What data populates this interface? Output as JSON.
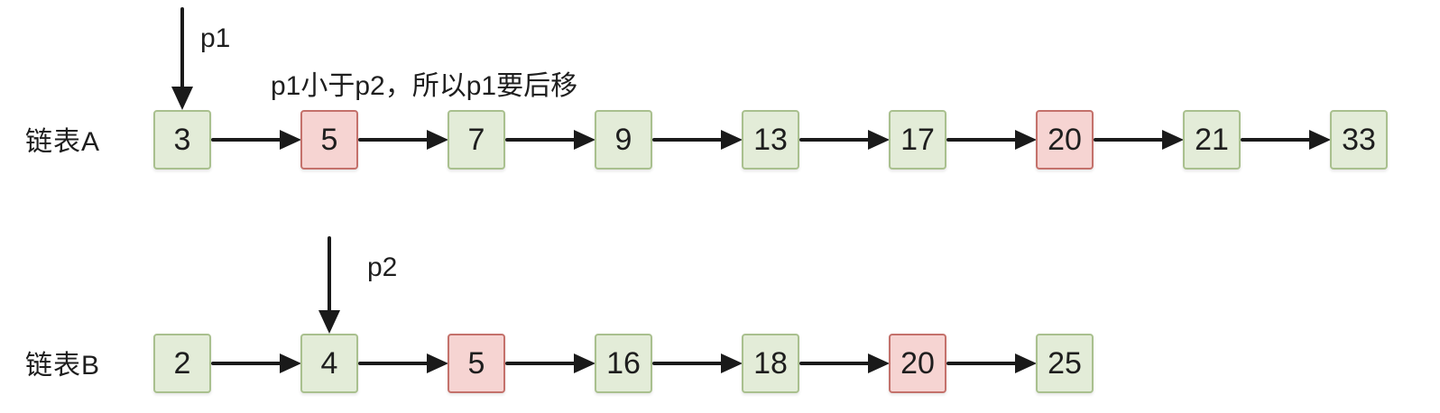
{
  "annotation": "p1小于p2，所以p1要后移",
  "colors": {
    "background": "#ffffff",
    "text": "#1e1e1e",
    "arrow": "#1a1a1a",
    "node_green_fill": "#e3ecd8",
    "node_green_border": "#a9c08e",
    "node_red_fill": "#f6d4d2",
    "node_red_border": "#c4716b"
  },
  "lists": [
    {
      "label": "链表A",
      "pointer": {
        "name": "p1",
        "node_index": 0
      },
      "nodes": [
        {
          "value": "3",
          "highlight": false
        },
        {
          "value": "5",
          "highlight": true
        },
        {
          "value": "7",
          "highlight": false
        },
        {
          "value": "9",
          "highlight": false
        },
        {
          "value": "13",
          "highlight": false
        },
        {
          "value": "17",
          "highlight": false
        },
        {
          "value": "20",
          "highlight": true
        },
        {
          "value": "21",
          "highlight": false
        },
        {
          "value": "33",
          "highlight": false
        }
      ]
    },
    {
      "label": "链表B",
      "pointer": {
        "name": "p2",
        "node_index": 1
      },
      "nodes": [
        {
          "value": "2",
          "highlight": false
        },
        {
          "value": "4",
          "highlight": false
        },
        {
          "value": "5",
          "highlight": true
        },
        {
          "value": "16",
          "highlight": false
        },
        {
          "value": "18",
          "highlight": false
        },
        {
          "value": "20",
          "highlight": true
        },
        {
          "value": "25",
          "highlight": false
        }
      ]
    }
  ]
}
